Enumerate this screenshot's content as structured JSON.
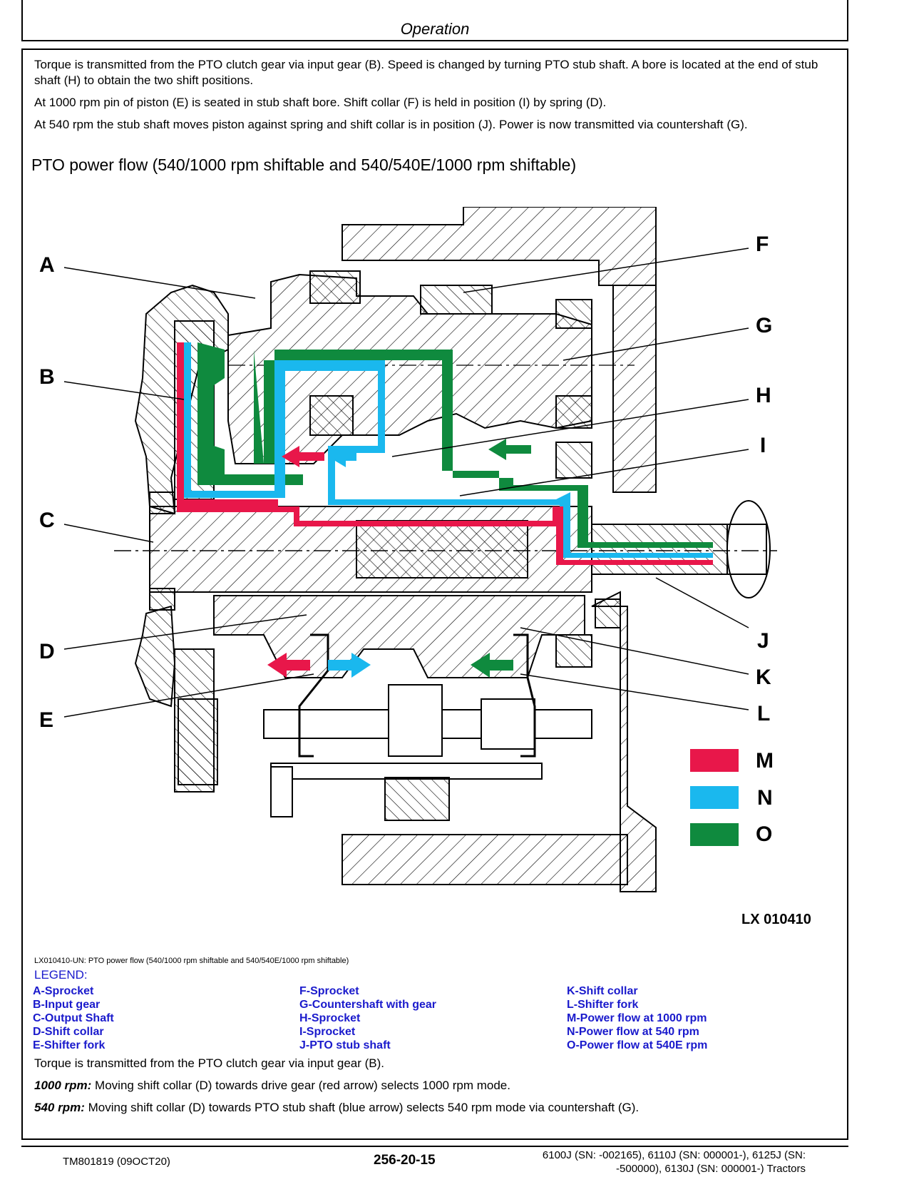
{
  "header": {
    "section": "Operation"
  },
  "intro": [
    "Torque is transmitted from the PTO clutch gear via input gear (B). Speed is changed by turning PTO stub shaft. A bore is located at the end of stub shaft (H) to obtain the two shift positions.",
    "At 1000 rpm pin of piston (E) is seated in stub shaft bore. Shift collar (F) is held in position (I) by spring (D).",
    "At 540 rpm the stub shaft moves piston against spring and shift collar is in position (J). Power is now transmitted via countershaft (G)."
  ],
  "figure": {
    "title": "PTO power flow (540/1000 rpm shiftable and 540/540E/1000 rpm shiftable)",
    "id": "LX 010410",
    "callouts": [
      "A",
      "B",
      "C",
      "D",
      "E",
      "F",
      "G",
      "H",
      "I",
      "J",
      "K",
      "L"
    ],
    "legend_keys": [
      {
        "key": "M",
        "color": "#e8174a"
      },
      {
        "key": "N",
        "color": "#1ab8ee"
      },
      {
        "key": "O",
        "color": "#0f8a3e"
      }
    ],
    "caption": "LX010410-UN: PTO power flow (540/1000 rpm shiftable and 540/540E/1000 rpm shiftable)"
  },
  "legend": {
    "title": "LEGEND:",
    "col1": [
      "A-Sprocket",
      "B-Input gear",
      "C-Output Shaft",
      "D-Shift collar",
      "E-Shifter fork"
    ],
    "col2": [
      "F-Sprocket",
      "G-Countershaft with gear",
      "H-Sprocket",
      "I-Sprocket",
      "J-PTO stub shaft"
    ],
    "col3": [
      "K-Shift collar",
      "L-Shifter fork",
      "M-Power flow at 1000 rpm",
      "N-Power flow at 540 rpm",
      "O-Power flow at 540E rpm"
    ]
  },
  "after": {
    "p1": "Torque is transmitted from the PTO clutch gear via input gear (B).",
    "p2_label": "1000 rpm:",
    "p2_text": " Moving shift collar (D) towards drive gear (red arrow) selects 1000 rpm mode.",
    "p3_label": "540 rpm:",
    "p3_text": " Moving shift collar (D) towards PTO stub shaft (blue arrow) selects 540 rpm mode via countershaft (G)."
  },
  "footer": {
    "doc": "TM801819 (09OCT20)",
    "page": "256-20-15",
    "models_line1": "6100J (SN: -002165), 6110J (SN: 000001-), 6125J (SN:",
    "models_line2": "-500000), 6130J (SN: 000001-) Tractors"
  }
}
